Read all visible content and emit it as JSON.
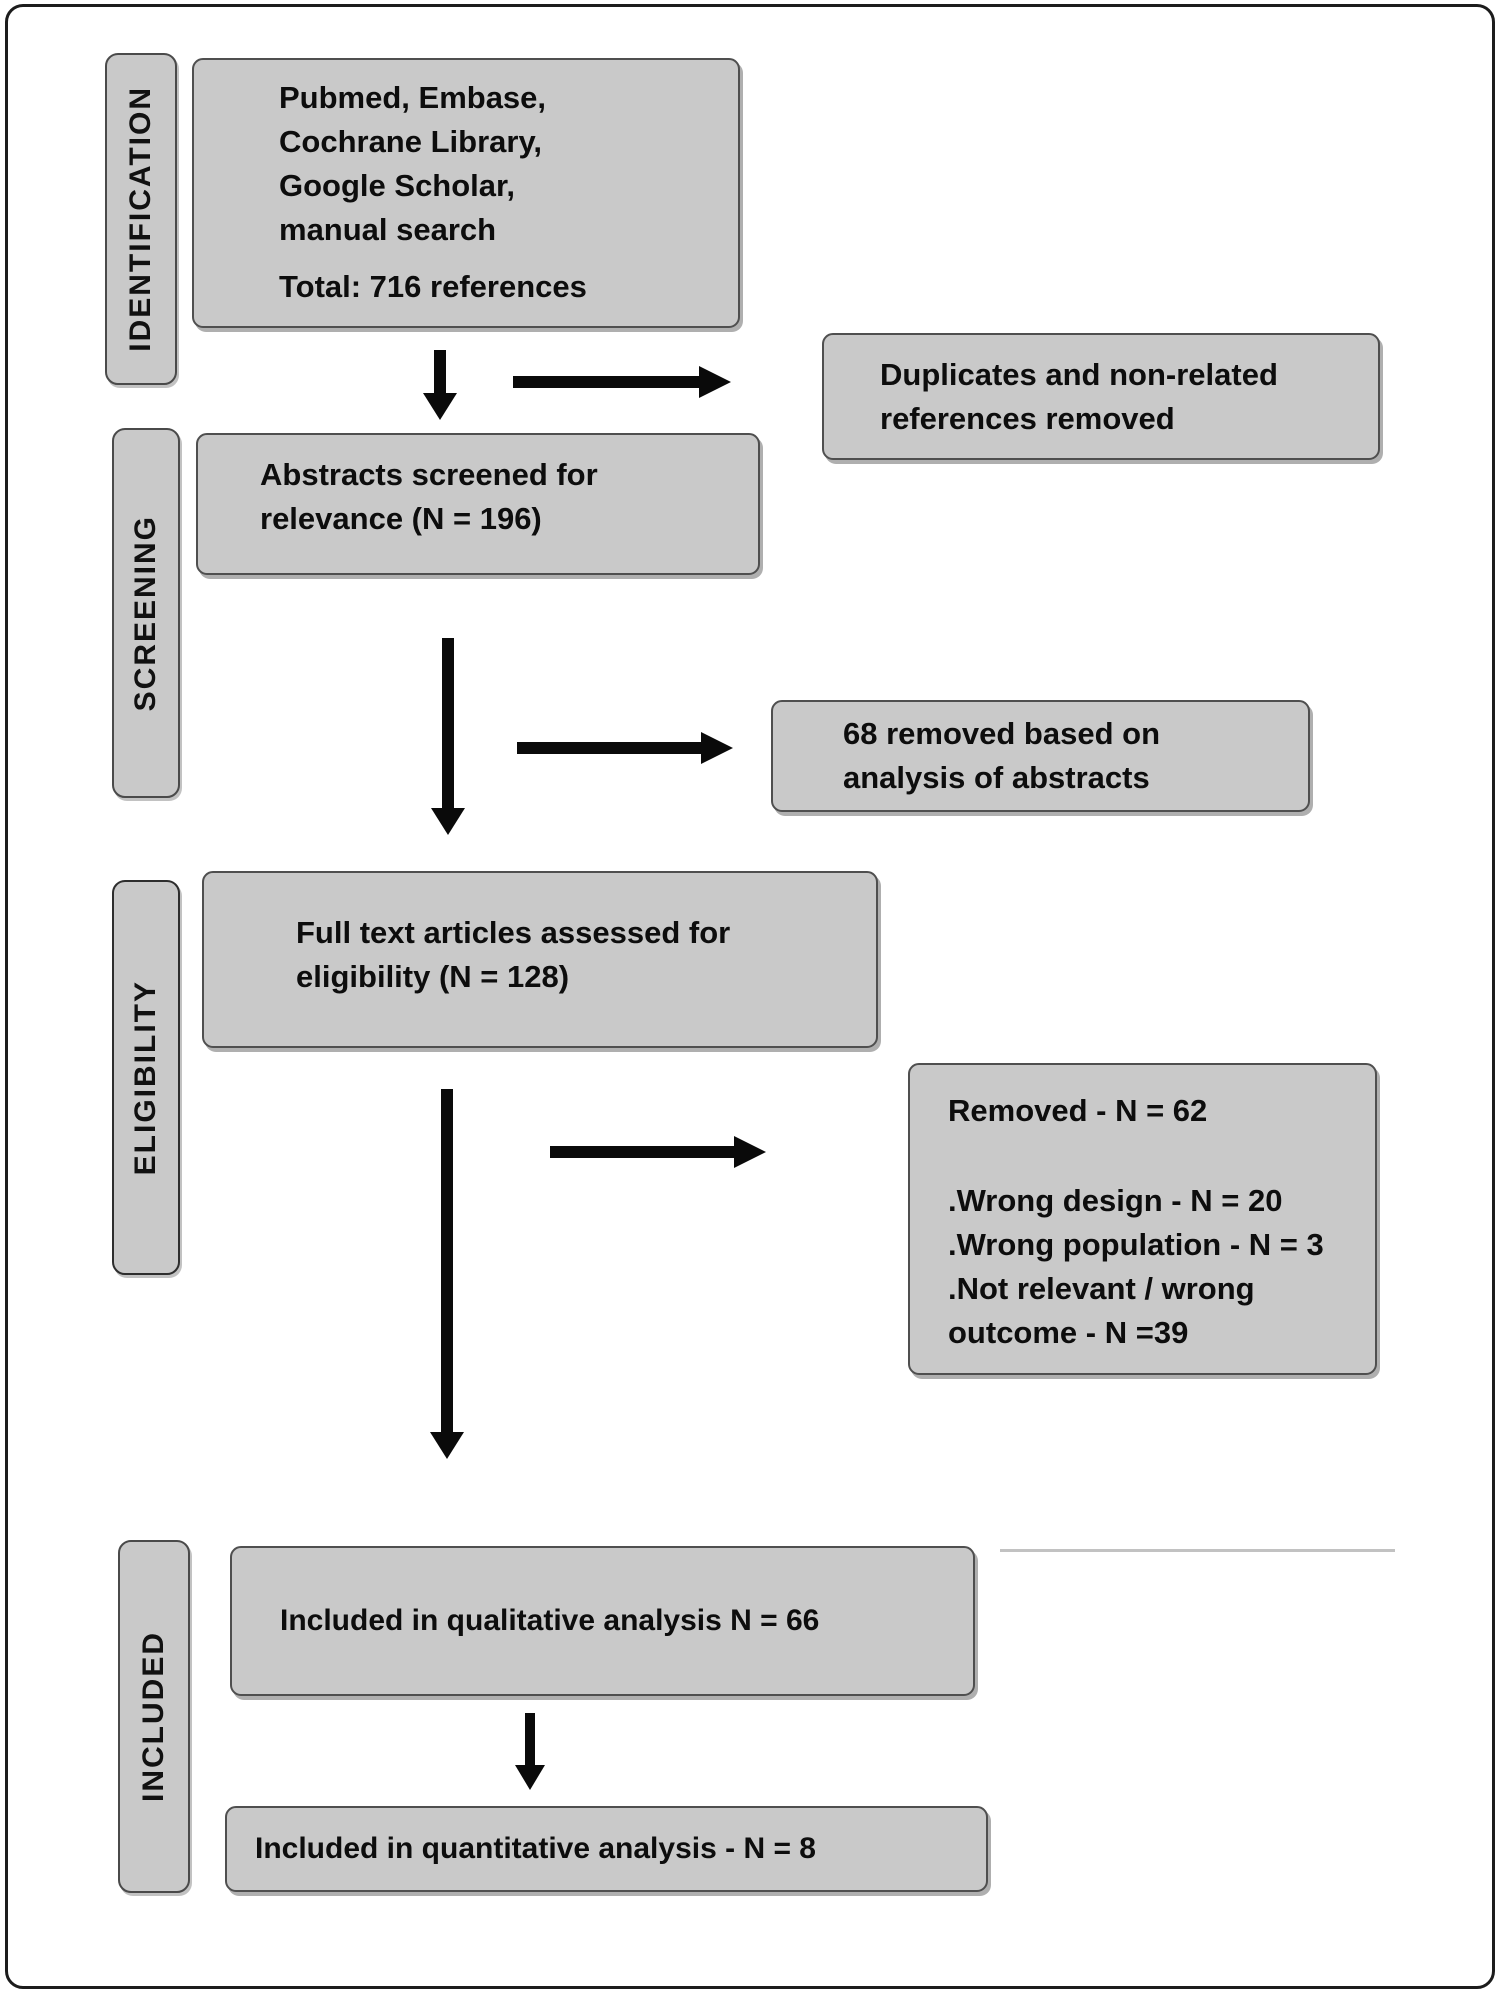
{
  "diagram": {
    "stages": {
      "identification": {
        "label": "IDENTIFICATION"
      },
      "screening": {
        "label": "SCREENING"
      },
      "eligibility": {
        "label": "ELIGIBILITY"
      },
      "included": {
        "label": "INCLUDED"
      }
    },
    "boxes": {
      "sources": {
        "lines": [
          "Pubmed, Embase,",
          "Cochrane Library,",
          "Google Scholar,",
          "manual search"
        ],
        "total": "Total: 716 references"
      },
      "duplicates_removed": {
        "lines": [
          "Duplicates and non-related",
          "references removed"
        ]
      },
      "abstracts_screened": {
        "lines": [
          "Abstracts screened for",
          "relevance (N = 196)"
        ]
      },
      "abstracts_removed": {
        "lines": [
          "68 removed based on",
          "analysis of abstracts"
        ]
      },
      "fulltext_assessed": {
        "lines": [
          "Full text articles assessed for",
          "eligibility (N = 128)"
        ]
      },
      "fulltext_removed": {
        "title": "Removed - N = 62",
        "lines": [
          ".Wrong design - N = 20",
          ".Wrong population - N = 3",
          ".Not relevant / wrong",
          "outcome - N =39"
        ]
      },
      "qualitative": {
        "text": "Included in qualitative analysis N = 66"
      },
      "quantitative": {
        "text": "Included in quantitative analysis - N = 8"
      }
    },
    "colors": {
      "box_fill": "#c9c9c9",
      "box_border": "#4f4f4f",
      "arrow": "#0a0a0a",
      "text": "#0d0d0d",
      "frame_border": "#1c1c1c"
    }
  }
}
